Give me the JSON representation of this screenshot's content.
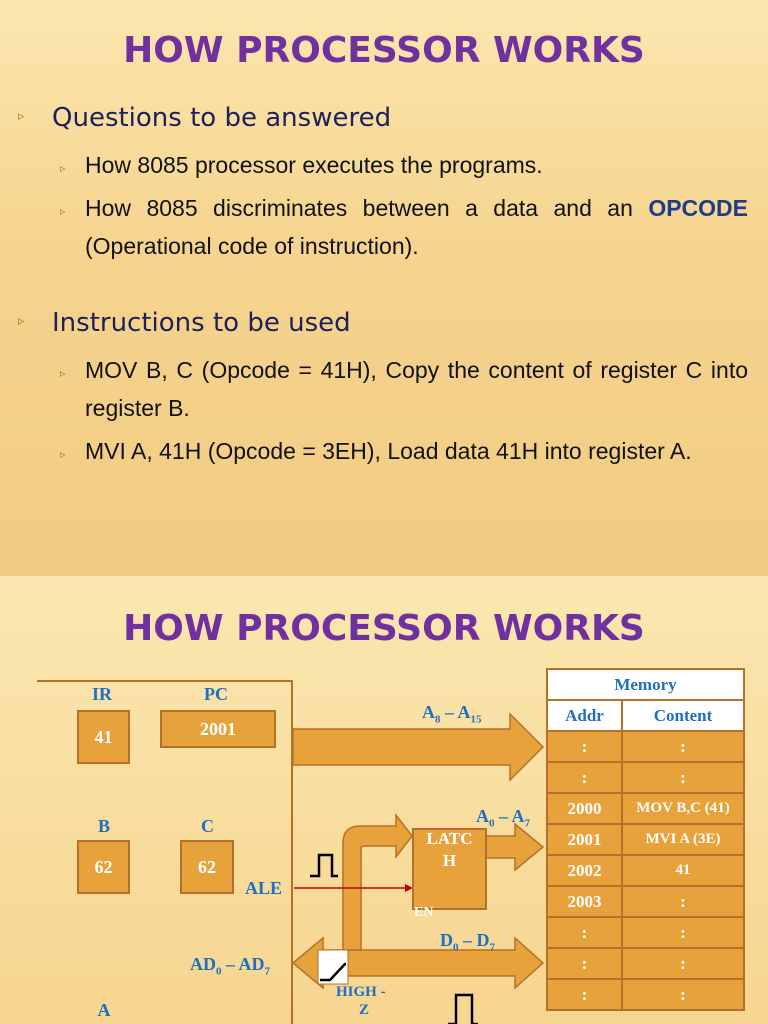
{
  "slide1": {
    "title": "HOW PROCESSOR WORKS",
    "sections": [
      {
        "heading": "Questions to be answered",
        "items": [
          {
            "pre": "How 8085 processor executes the programs.",
            "bold": "",
            "post": ""
          },
          {
            "pre": "How 8085 discriminates between a data and an ",
            "bold": "OPCODE",
            "post": " (Operational code of instruction)."
          }
        ]
      },
      {
        "heading": "Instructions to be used",
        "items": [
          {
            "pre": "MOV B, C    (Opcode = 41H), Copy the content of register C into register B.",
            "bold": "",
            "post": ""
          },
          {
            "pre": "MVI A, 41H  (Opcode = 3EH), Load data 41H into register A.",
            "bold": "",
            "post": ""
          }
        ]
      }
    ]
  },
  "slide2": {
    "title": "HOW PROCESSOR WORKS",
    "registers": {
      "ir": {
        "label": "IR",
        "value": "41"
      },
      "pc": {
        "label": "PC",
        "value": "2001"
      },
      "b": {
        "label": "B",
        "value": "62"
      },
      "c": {
        "label": "C",
        "value": "62"
      },
      "a": {
        "label": "A"
      }
    },
    "signals": {
      "a8_a15": {
        "base": "A",
        "s1": "8",
        "dash": " – A",
        "s2": "15"
      },
      "a0_a7": {
        "base": "A",
        "s1": "0",
        "dash": " – A",
        "s2": "7"
      },
      "d0_d7": {
        "base": "D",
        "s1": "0",
        "dash": " – D",
        "s2": "7"
      },
      "ad0_ad7": {
        "base": "AD",
        "s1": "0",
        "dash": " – AD",
        "s2": "7"
      },
      "ale": "ALE",
      "high_z_1": "HIGH -",
      "high_z_2": "Z"
    },
    "latch": {
      "line1": "LATC",
      "line2": "H",
      "en": "EN"
    },
    "memory": {
      "title": "Memory",
      "col_addr": "Addr",
      "col_content": "Content",
      "rows": [
        {
          "addr": ":",
          "content": ":"
        },
        {
          "addr": ":",
          "content": ":"
        },
        {
          "addr": "2000",
          "content": "MOV B,C (41)"
        },
        {
          "addr": "2001",
          "content": "MVI A (3E)"
        },
        {
          "addr": "2002",
          "content": "41"
        },
        {
          "addr": "2003",
          "content": ":"
        },
        {
          "addr": ":",
          "content": ":"
        },
        {
          "addr": ":",
          "content": ":"
        },
        {
          "addr": ":",
          "content": ":"
        }
      ]
    },
    "colors": {
      "box": "#e8a23c",
      "border": "#b5702a",
      "label": "#1f6fc2",
      "title": "#7030a0"
    }
  }
}
